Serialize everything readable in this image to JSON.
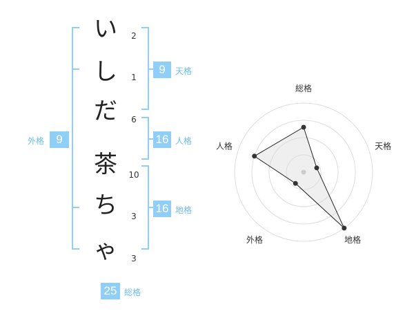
{
  "name_chars": [
    {
      "char": "い",
      "strokes": "2"
    },
    {
      "char": "し",
      "strokes": "1"
    },
    {
      "char": "だ",
      "strokes": "6"
    },
    {
      "char": "茶",
      "strokes": "10"
    },
    {
      "char": "ち",
      "strokes": "3"
    },
    {
      "char": "ゃ",
      "strokes": "3"
    }
  ],
  "fortunes": {
    "tenkaku": {
      "value": "9",
      "label": "天格"
    },
    "jinkaku": {
      "value": "16",
      "label": "人格"
    },
    "chikaku": {
      "value": "16",
      "label": "地格"
    },
    "gaikaku": {
      "value": "9",
      "label": "外格"
    },
    "soukaku": {
      "value": "25",
      "label": "総格"
    }
  },
  "colors": {
    "accent": "#8fcff7",
    "bracket": "#8fcff7",
    "label": "#6cbde8"
  },
  "chart_data": {
    "type": "radar",
    "axes": [
      "総格",
      "天格",
      "地格",
      "外格",
      "人格"
    ],
    "values": [
      0.65,
      0.2,
      1.0,
      0.2,
      0.75
    ],
    "range": [
      0,
      1
    ],
    "rings": 4
  }
}
